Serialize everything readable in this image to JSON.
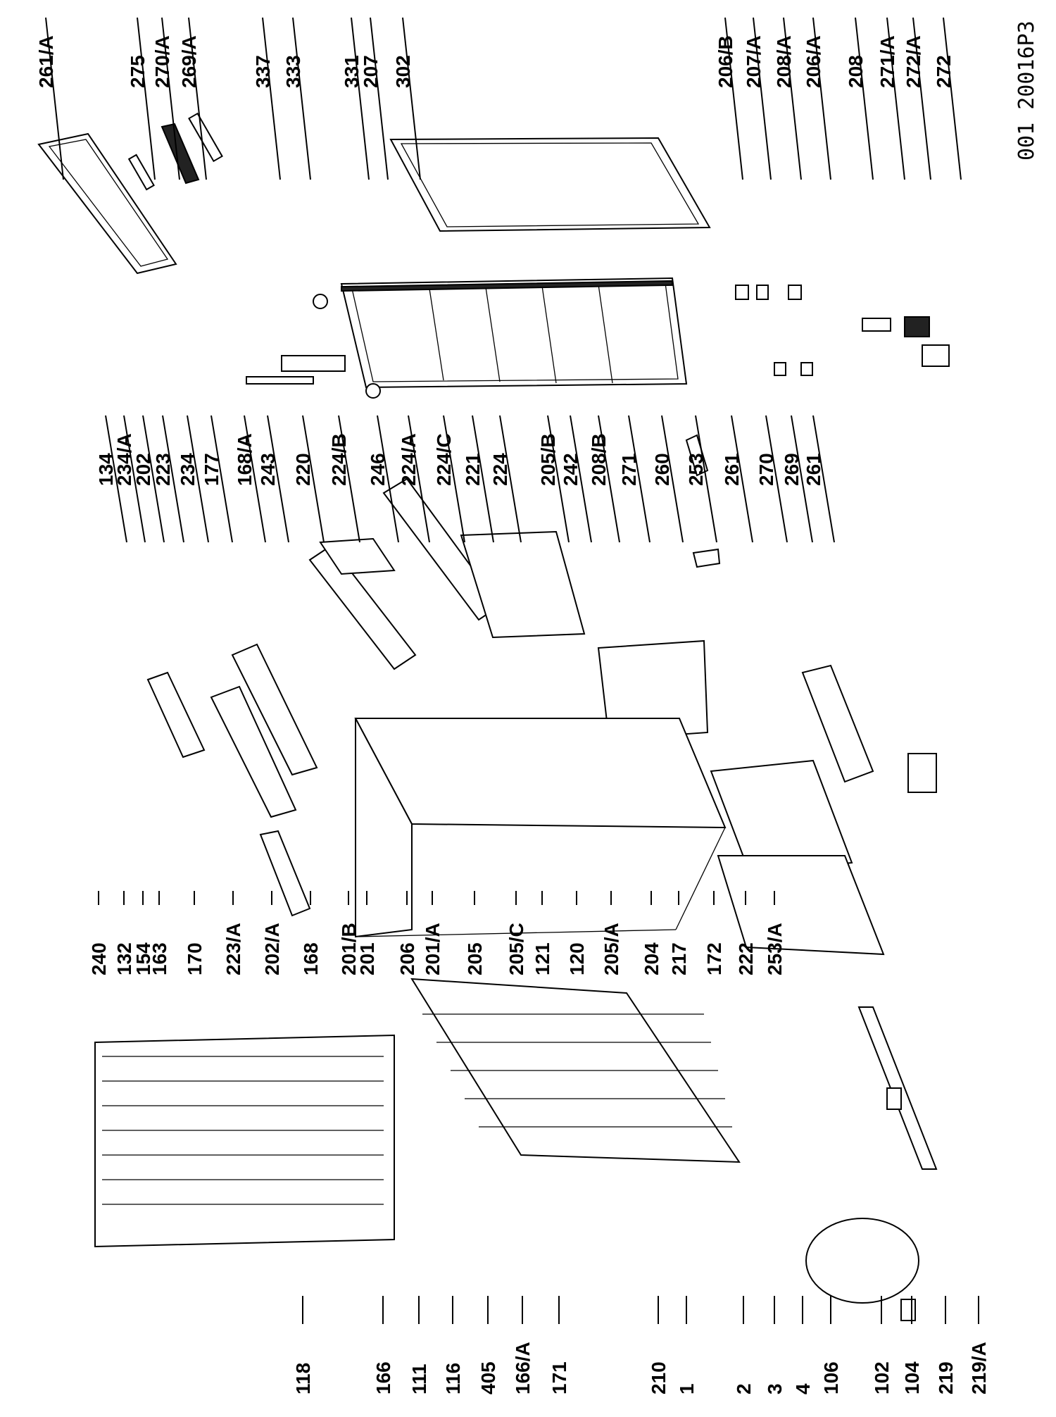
{
  "drawing_code": "001 20016P3",
  "top_labels": [
    "240",
    "132",
    "154",
    "163",
    "170",
    "223/A",
    "202/A",
    "168",
    "201/B",
    "201",
    "206",
    "201/A",
    "205",
    "205/C",
    "121",
    "120",
    "205/A",
    "204",
    "217",
    "172",
    "222",
    "253/A"
  ],
  "bottom_labels": [
    "118",
    "166",
    "111",
    "116",
    "405",
    "166/A",
    "171",
    "210",
    "1",
    "2",
    "3",
    "4",
    "106",
    "102",
    "104",
    "219",
    "219/A"
  ],
  "middle_labels": [
    "134",
    "234/A",
    "202",
    "223",
    "234",
    "177",
    "168/A",
    "243",
    "220",
    "224/B",
    "246",
    "224/A",
    "224/C",
    "221",
    "224",
    "205/B",
    "242",
    "208/B",
    "271",
    "260",
    "253",
    "261",
    "270",
    "269",
    "261"
  ],
  "upper_labels": [
    "261/A",
    "275",
    "270/A",
    "269/A",
    "337",
    "333",
    "331",
    "207",
    "302",
    "206/B",
    "207/A",
    "208/A",
    "206/A",
    "208",
    "271/A",
    "272/A",
    "272"
  ]
}
